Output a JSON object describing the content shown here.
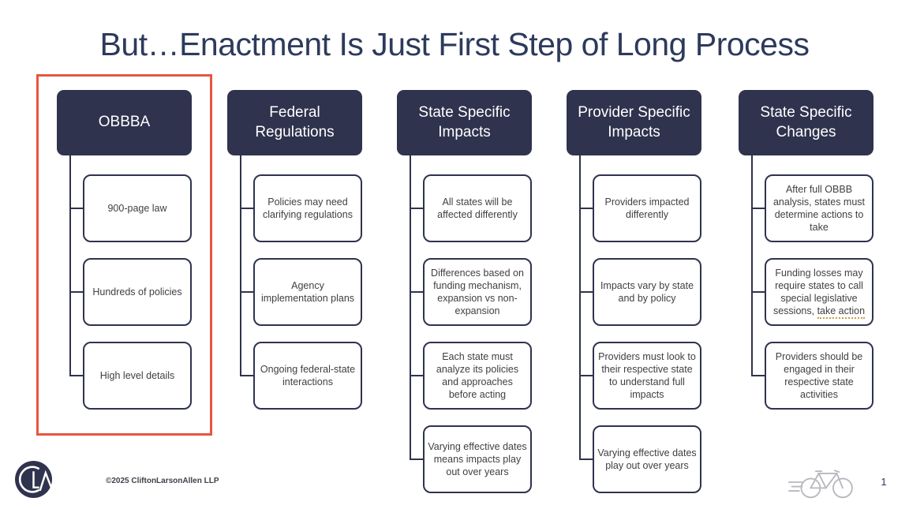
{
  "slide": {
    "title": "But…Enactment Is Just First Step of Long Process",
    "copyright": "©2025 CliftonLarsonAllen LLP",
    "page_number": "1"
  },
  "colors": {
    "navy": "#2f334e",
    "title_navy": "#2d3a5c",
    "highlight_red": "#e75540",
    "body_text": "#404040",
    "underline_tan": "#c99a4e",
    "bicycle_gray": "#b7b7bf"
  },
  "columns": [
    {
      "header": "OBBBA",
      "highlighted": true,
      "items": [
        {
          "text": "900-page law"
        },
        {
          "text": "Hundreds of policies"
        },
        {
          "text": "High level details"
        }
      ]
    },
    {
      "header": "Federal Regulations",
      "highlighted": false,
      "items": [
        {
          "text": "Policies may need clarifying regulations"
        },
        {
          "text": "Agency implementation plans"
        },
        {
          "text": "Ongoing federal-state interactions"
        }
      ]
    },
    {
      "header": "State Specific Impacts",
      "highlighted": false,
      "items": [
        {
          "text": "All states will be affected differently"
        },
        {
          "text": "Differences based on funding mechanism, expansion vs non-expansion"
        },
        {
          "text": "Each state must analyze its policies and approaches before acting"
        },
        {
          "text": "Varying effective dates means impacts play out over years"
        }
      ]
    },
    {
      "header": "Provider Specific Impacts",
      "highlighted": false,
      "items": [
        {
          "text": "Providers impacted differently"
        },
        {
          "text": "Impacts vary by state and by policy"
        },
        {
          "text": "Providers must look to their respective state to understand full impacts"
        },
        {
          "text": "Varying effective dates play out over years"
        }
      ]
    },
    {
      "header": "State Specific Changes",
      "highlighted": false,
      "items": [
        {
          "text": "After full OBBB analysis, states must determine actions to take"
        },
        {
          "text": "Funding losses may require states to call special legislative sessions, ",
          "underlined": "take action"
        },
        {
          "text": "Providers should be engaged in their respective state activities"
        }
      ]
    }
  ]
}
